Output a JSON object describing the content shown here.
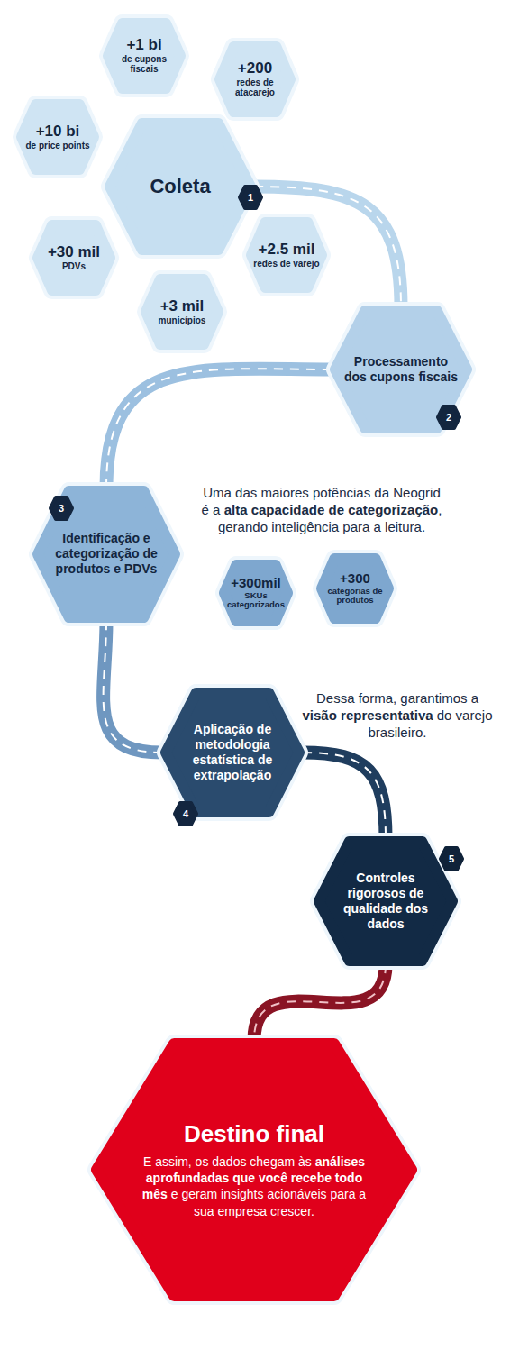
{
  "diagram": {
    "nodes": [
      {
        "text": [
          "+1 bi",
          "de cupons fiscais"
        ]
      },
      {
        "text": [
          "+200",
          "redes de atacarejo"
        ]
      },
      {
        "text": [
          "+10 bi",
          "de price points"
        ]
      },
      {
        "text": [
          "Coleta"
        ]
      },
      {
        "text": [
          "+30 mil",
          "PDVs"
        ]
      },
      {
        "text": [
          "+2.5 mil",
          "redes de varejo"
        ]
      },
      {
        "text": [
          "+3 mil",
          "municípios"
        ]
      },
      {
        "text": [
          "Processamento dos cupons fiscais"
        ]
      },
      {
        "text": [
          "Identificação e categorização de produtos e PDVs"
        ]
      },
      {
        "text": [
          "+300mil",
          "SKUs categorizados"
        ]
      },
      {
        "text": [
          "+300",
          "categorias de produtos"
        ]
      },
      {
        "text": [
          "Aplicação de metodologia estatística de extrapolação"
        ]
      },
      {
        "text": [
          "Controles rigorosos de qualidade dos dados"
        ]
      },
      {
        "text": [
          "Destino final",
          "E assim, os dados chegam às",
          "análises aprofundadas que você recebe todo mês",
          "e geram insights acionáveis para a sua empresa crescer."
        ]
      }
    ],
    "edges": [
      {
        "from": 3,
        "to": 7,
        "arrow": "none"
      },
      {
        "from": 7,
        "to": 8,
        "arrow": "none"
      },
      {
        "from": 8,
        "to": 11,
        "arrow": "none"
      },
      {
        "from": 11,
        "to": 12,
        "arrow": "none"
      },
      {
        "from": 12,
        "to": 13,
        "arrow": "none"
      }
    ],
    "labels": [
      "1",
      "2",
      "3",
      "4",
      "5",
      "Uma das maiores potências da Neogrid é a",
      "alta capacidade de categorização",
      ", gerando inteligência para a leitura.",
      "Dessa forma, garantimos a",
      "visão representativa",
      "do varejo brasileiro."
    ]
  }
}
